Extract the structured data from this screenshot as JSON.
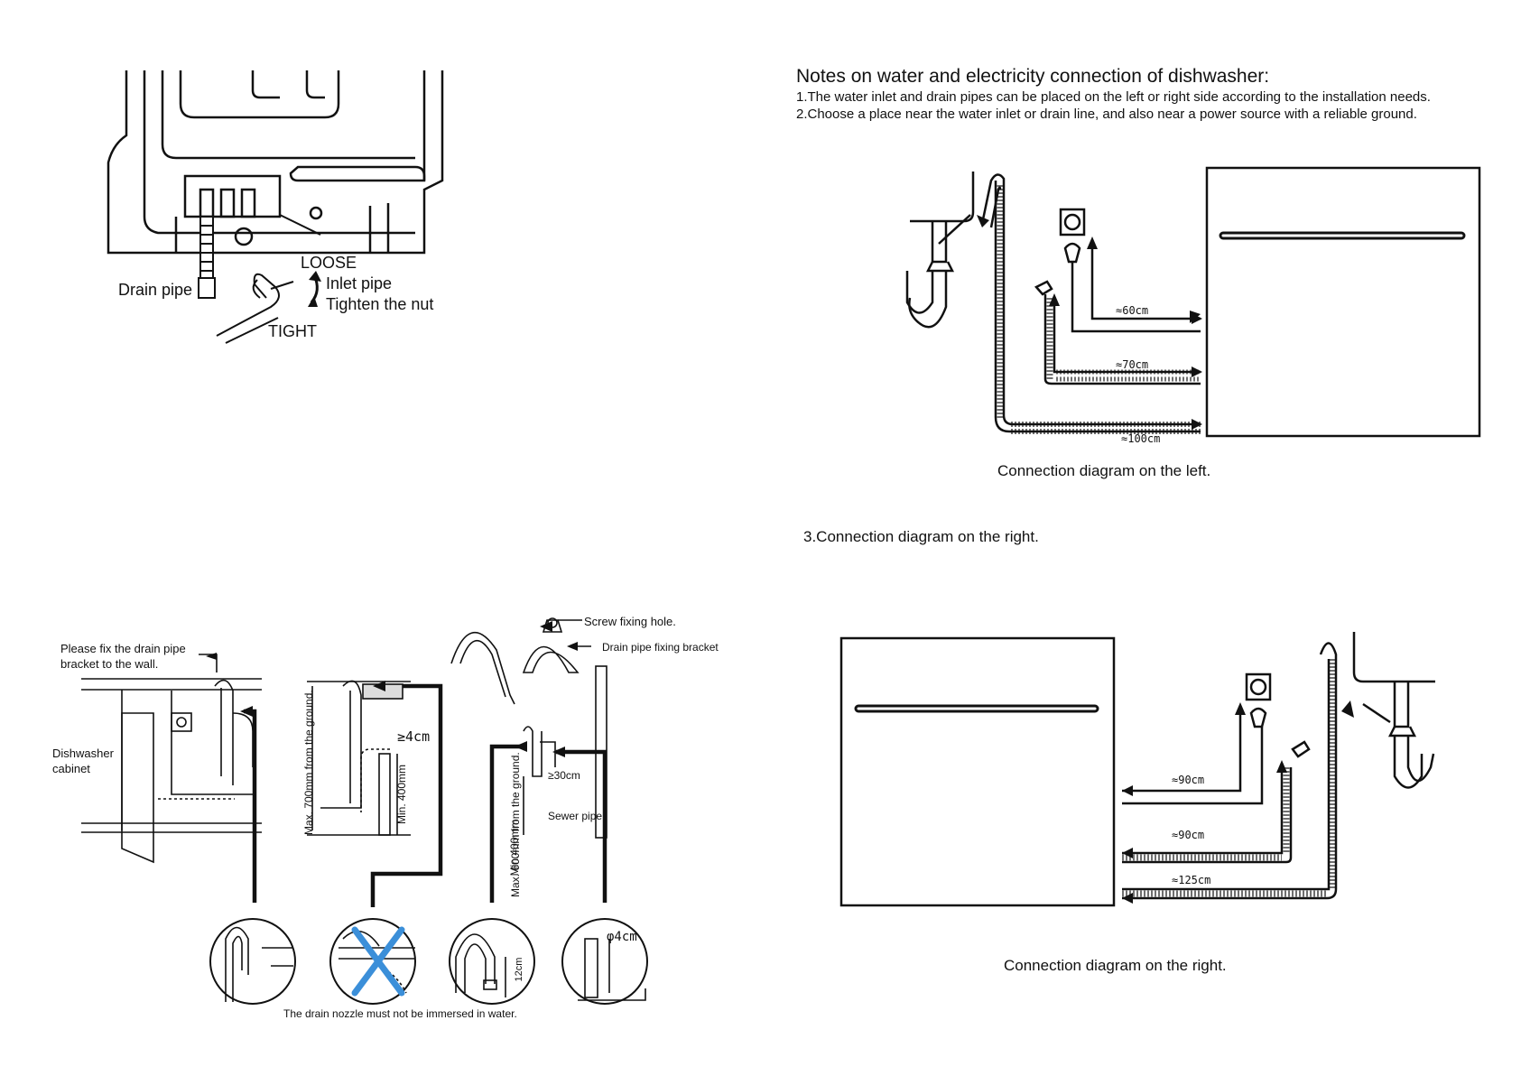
{
  "valve_figure": {
    "loose": "LOOSE",
    "drain_pipe": "Drain pipe",
    "inlet_pipe": "Inlet pipe",
    "tighten_nut": "Tighten the nut",
    "tight": "TIGHT"
  },
  "notes": {
    "heading": "Notes on water and electricity connection of dishwasher:",
    "item1": "1.The water inlet and drain pipes can be placed on the left or right side according to the installation needs.",
    "item2": "2.Choose a place near the water inlet or drain line, and also near a power source with a reliable ground.",
    "item3": "3.Connection diagram on the right."
  },
  "left_diagram": {
    "d_power": "≈60cm",
    "d_inlet": "≈70cm",
    "d_drain": "≈100cm",
    "caption": "Connection diagram on the left."
  },
  "right_diagram": {
    "d_power": "≈90cm",
    "d_inlet": "≈90cm",
    "d_drain": "≈125cm",
    "caption": "Connection diagram on the right."
  },
  "drain_figure": {
    "bracket_note_1": "Please fix the drain pipe",
    "bracket_note_2": "bracket to the wall.",
    "cabinet_1": "Dishwasher",
    "cabinet_2": "cabinet",
    "screw_hole": "Screw fixing hole.",
    "fixing_bracket": "Drain pipe fixing bracket",
    "max_700": "Max. 700mm from the ground.",
    "min_400": "Min. 400mm",
    "gap_4cm": "≥4cm",
    "gap_30cm": "≥30cm",
    "sewer_pipe": "Sewer pipe",
    "max_600": "Max. 600mm from the ground.",
    "min_400b": "Min.400mm",
    "h_12cm": "12cm",
    "d_4cm": "φ4cm",
    "immersion_note": "The drain nozzle must not be immersed in water."
  }
}
